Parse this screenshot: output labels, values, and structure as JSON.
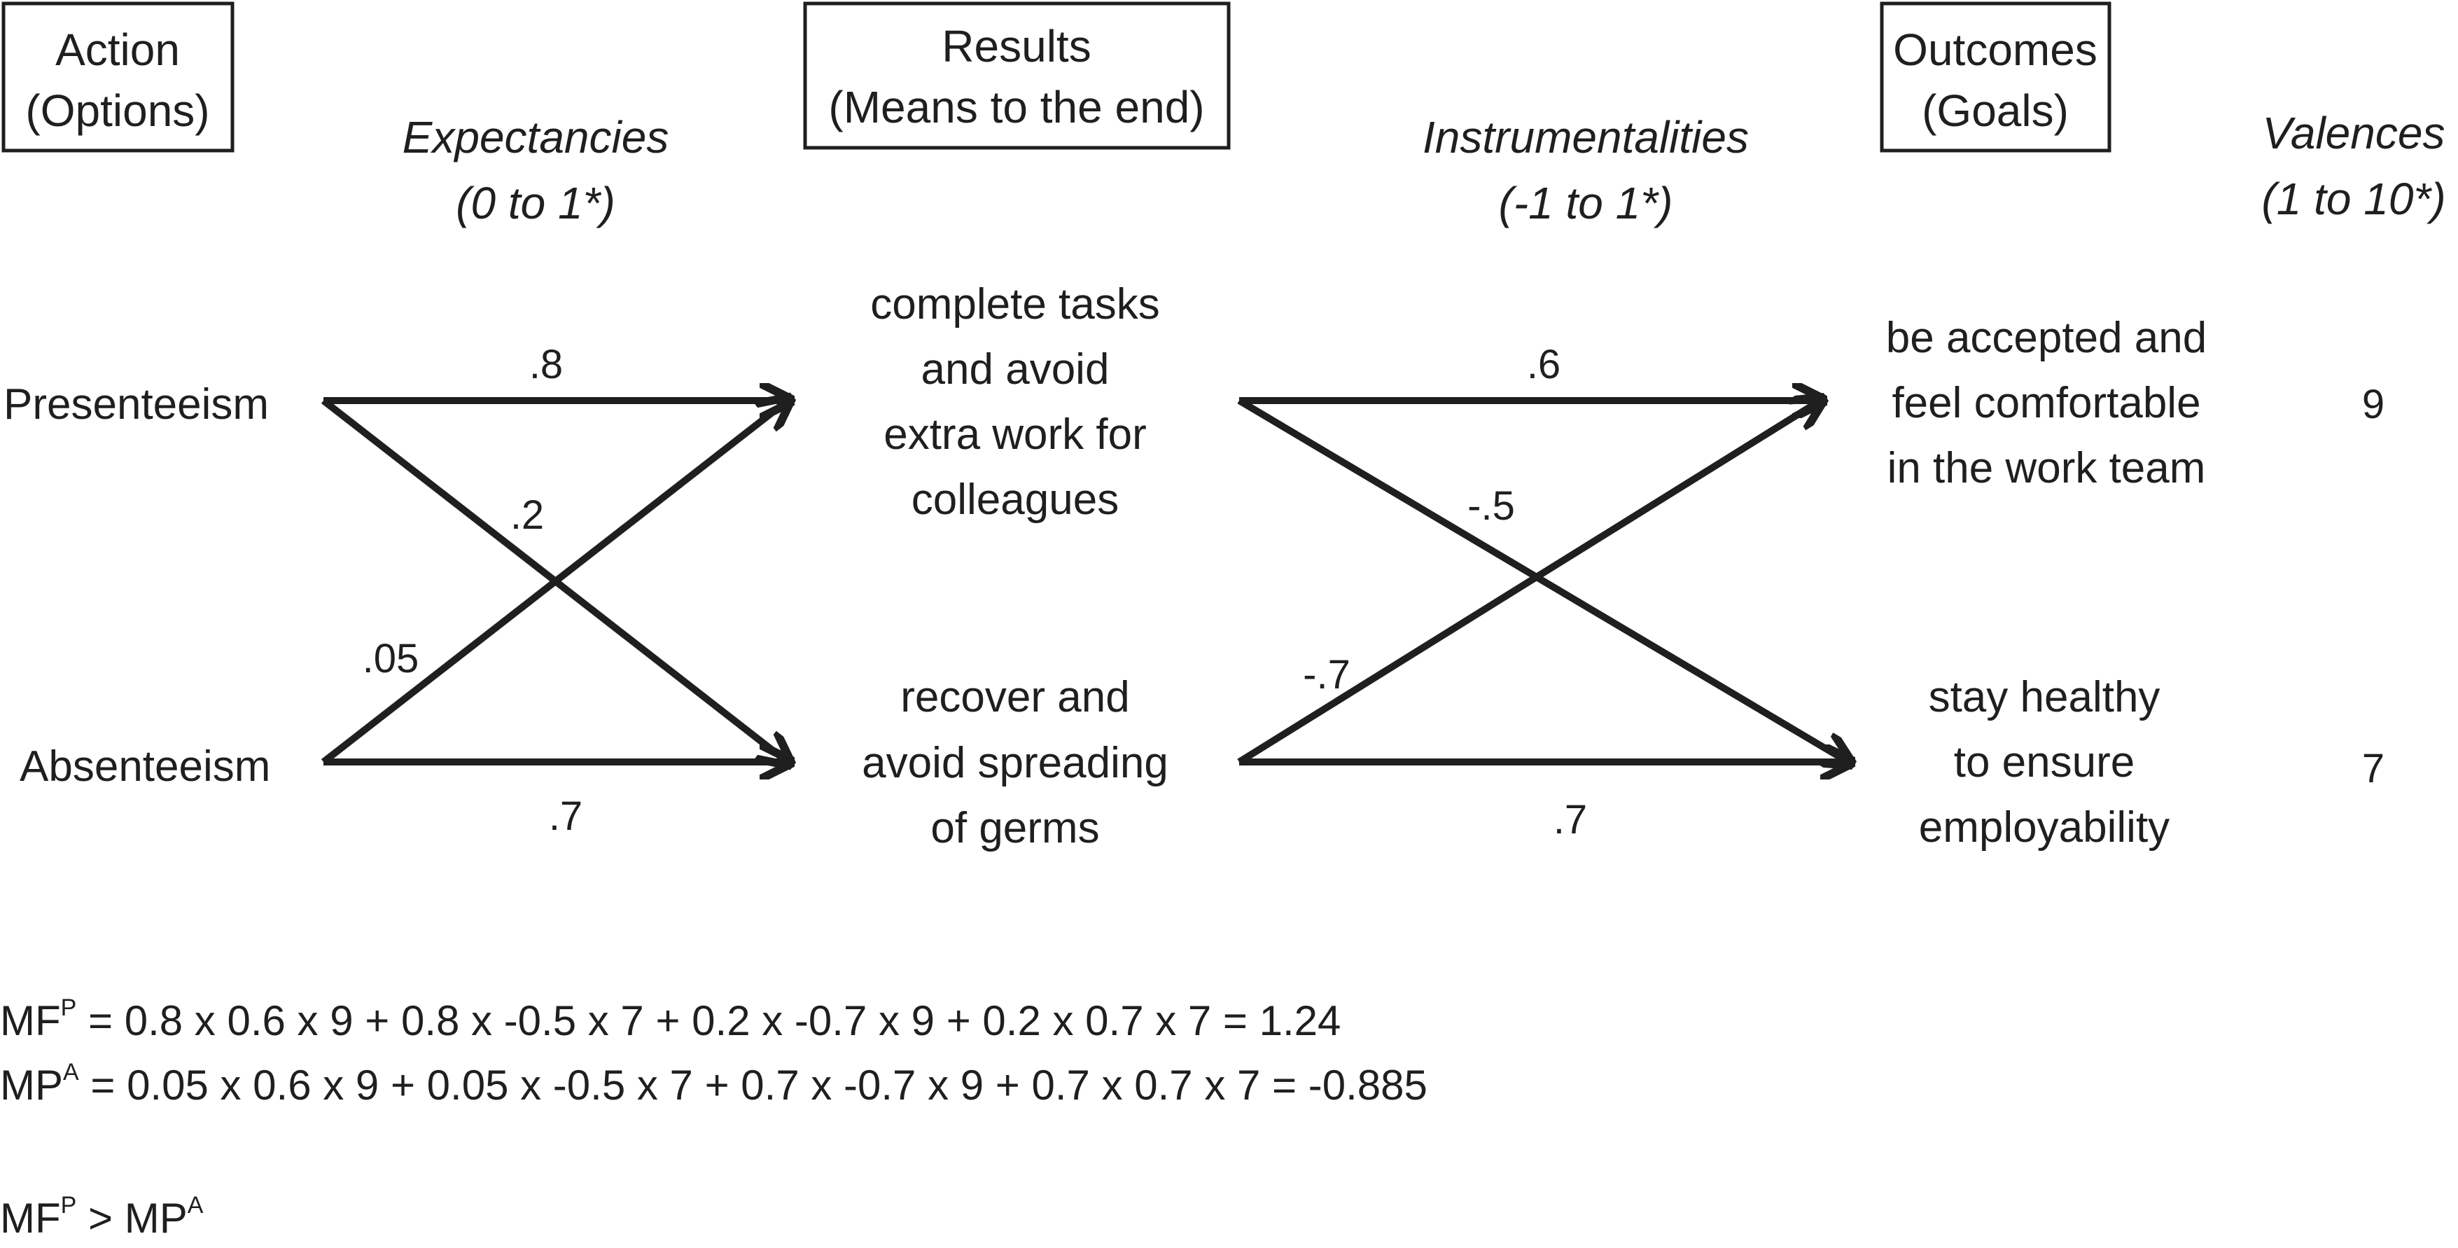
{
  "columns": {
    "action": {
      "title": "Action",
      "subtitle": "(Options)"
    },
    "results": {
      "title": "Results",
      "subtitle": "(Means to the end)"
    },
    "outcomes": {
      "title": "Outcomes",
      "subtitle": "(Goals)"
    }
  },
  "scales": {
    "expectancies": {
      "title": "Expectancies",
      "range": "(0 to 1*)"
    },
    "instrumentalities": {
      "title": "Instrumentalities",
      "range": "(-1 to 1*)"
    },
    "valences": {
      "title": "Valences",
      "range": "(1 to 10*)"
    }
  },
  "actions": [
    "Presenteeism",
    "Absenteeism"
  ],
  "results": [
    [
      "complete tasks",
      "and avoid",
      "extra work for",
      "colleagues"
    ],
    [
      "recover and",
      "avoid spreading",
      "of germs"
    ]
  ],
  "outcomes": [
    [
      "be accepted and",
      "feel comfortable",
      "in the work team"
    ],
    [
      "stay healthy",
      "to ensure",
      "employability"
    ]
  ],
  "valences": [
    "9",
    "7"
  ],
  "expectancy_labels": {
    "presenteeism_to_result1": ".8",
    "presenteeism_to_result2": ".2",
    "absenteeism_to_result1": ".05",
    "absenteeism_to_result2": ".7"
  },
  "instrumentality_labels": {
    "result1_to_outcome1": ".6",
    "result1_to_outcome2": "-.5",
    "result2_to_outcome1": "-.7",
    "result2_to_outcome2": ".7"
  },
  "formulas": {
    "mfp": {
      "base": "MF",
      "sup": "P",
      "expr": " = 0.8 x 0.6 x 9 + 0.8 x -0.5 x 7 + 0.2 x -0.7 x 9 + 0.2 x 0.7 x 7 = 1.24"
    },
    "mpa": {
      "base": "MP",
      "sup": "A",
      "expr": " = 0.05 x 0.6 x 9 + 0.05 x -0.5 x 7 + 0.7 x -0.7 x 9 + 0.7 x 0.7 x 7 = -0.885"
    },
    "comparison": {
      "left_base": "MF",
      "left_sup": "P",
      "op": " > ",
      "right_base": "MP",
      "right_sup": "A"
    }
  }
}
